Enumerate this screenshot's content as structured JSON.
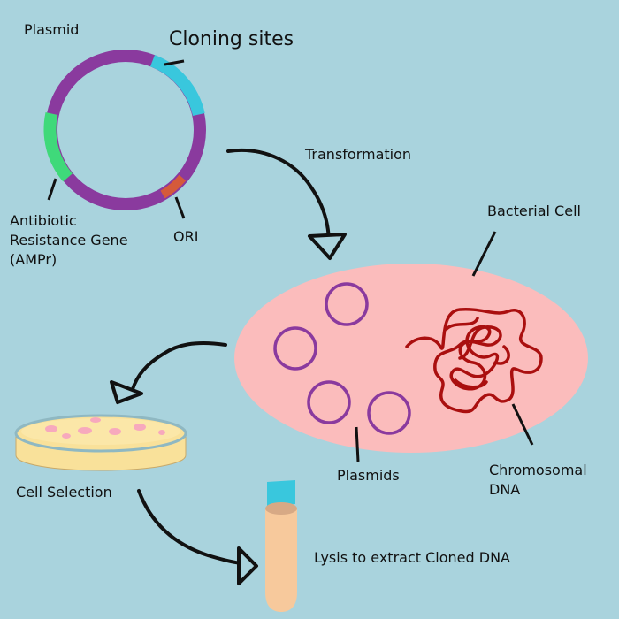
{
  "labels": {
    "plasmid": "Plasmid",
    "cloning_sites": "Cloning sites",
    "transformation": "Transformation",
    "antibiotic_resistance": "Antibiotic\nResistance Gene\n(AMPr)",
    "ori": "ORI",
    "bacterial_cell": "Bacterial Cell",
    "plasmids": "Plasmids",
    "chromosomal_dna": "Chromosomal\nDNA",
    "cell_selection": "Cell Selection",
    "lysis": "Lysis to extract Cloned DNA"
  },
  "colors": {
    "background": "#a9d3dd",
    "plasmid_backbone": "#8a3a9e",
    "cloning_site_segment": "#39c7dd",
    "resistance_gene_segment": "#3fd97a",
    "ori_segment": "#d55a3a",
    "bacterial_cell": "#fbbcbc",
    "chromosomal_dna": "#aa0f0f",
    "petri_dish": "#f9e19a",
    "colonies": "#f7a9bd",
    "tube_body": "#f7c99c",
    "tube_cap": "#39c7dd",
    "arrows": "#000000"
  }
}
